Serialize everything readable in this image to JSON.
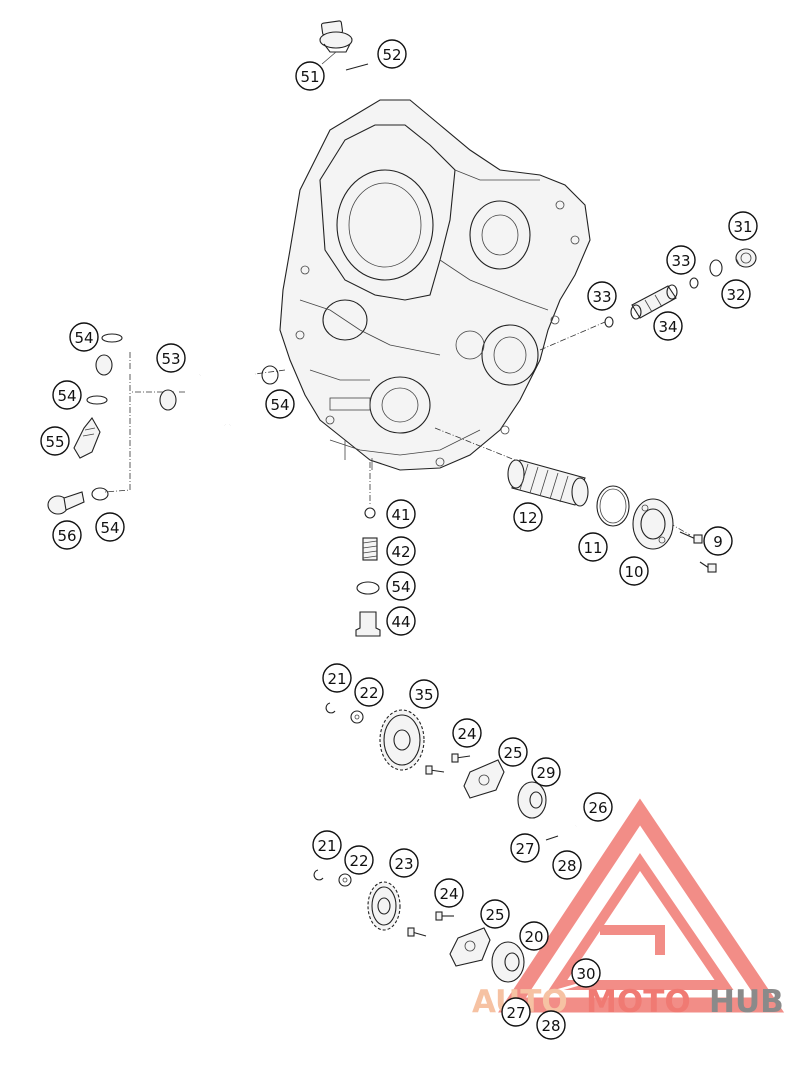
{
  "diagram": {
    "labels": [
      {
        "id": "c51",
        "text": "51"
      },
      {
        "id": "c52",
        "text": "52"
      },
      {
        "id": "c31",
        "text": "31"
      },
      {
        "id": "c33a",
        "text": "33"
      },
      {
        "id": "c32",
        "text": "32"
      },
      {
        "id": "c33b",
        "text": "33"
      },
      {
        "id": "c34",
        "text": "34"
      },
      {
        "id": "c54a",
        "text": "54"
      },
      {
        "id": "c53",
        "text": "53"
      },
      {
        "id": "c54b",
        "text": "54"
      },
      {
        "id": "c54c",
        "text": "54"
      },
      {
        "id": "c55",
        "text": "55"
      },
      {
        "id": "c56",
        "text": "56"
      },
      {
        "id": "c54d",
        "text": "54"
      },
      {
        "id": "c12",
        "text": "12"
      },
      {
        "id": "c11",
        "text": "11"
      },
      {
        "id": "c9",
        "text": "9"
      },
      {
        "id": "c10",
        "text": "10"
      },
      {
        "id": "c41",
        "text": "41"
      },
      {
        "id": "c42",
        "text": "42"
      },
      {
        "id": "c54e",
        "text": "54"
      },
      {
        "id": "c44",
        "text": "44"
      },
      {
        "id": "c21a",
        "text": "21"
      },
      {
        "id": "c22a",
        "text": "22"
      },
      {
        "id": "c35",
        "text": "35"
      },
      {
        "id": "c24a",
        "text": "24"
      },
      {
        "id": "c25a",
        "text": "25"
      },
      {
        "id": "c29",
        "text": "29"
      },
      {
        "id": "c26",
        "text": "26"
      },
      {
        "id": "c27a",
        "text": "27"
      },
      {
        "id": "c28a",
        "text": "28"
      },
      {
        "id": "c21b",
        "text": "21"
      },
      {
        "id": "c22b",
        "text": "22"
      },
      {
        "id": "c23",
        "text": "23"
      },
      {
        "id": "c24b",
        "text": "24"
      },
      {
        "id": "c25b",
        "text": "25"
      },
      {
        "id": "c20",
        "text": "20"
      },
      {
        "id": "c30",
        "text": "30"
      },
      {
        "id": "c27b",
        "text": "27"
      },
      {
        "id": "c28b",
        "text": "28"
      }
    ]
  },
  "watermark": {
    "part1": "AUTO",
    "part2": "MOTO",
    "part3": "HUB",
    "colors": {
      "accent": "#f07a73",
      "light": "#f6c2a3",
      "dark": "#8a8a8a"
    }
  }
}
